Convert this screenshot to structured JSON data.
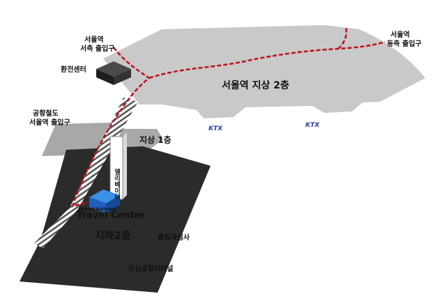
{
  "labels": {
    "west_exit": [
      "서울역",
      "서측 출입구"
    ],
    "east_exit": [
      "서울역",
      "동측 출입구"
    ],
    "exchange_center": "환전센터",
    "airport_rail_exit": [
      "공항철도",
      "서울역 출입구"
    ],
    "ground_floor_2": "서울역 지상 2층",
    "ground_floor_1": "지상 1층",
    "elevator": "엘리베이터",
    "basement_2": "지하2층",
    "immigration": "출입국심사",
    "city_terminal": "도심공항터미널",
    "travel_center_small": "Airport Railroad",
    "travel_center": "Travel Center",
    "ktx_logos": [
      "KTX",
      "KTX"
    ]
  },
  "colors": {
    "concourse": "#c9c9c9",
    "ground_floor": "#a8a8a8",
    "basement": "#2b2b2b",
    "route": "#c0141c",
    "travel_center_box": "#1f5fbf",
    "travel_center_text": "#2a7fd8",
    "exchange_box": "#2a2a2a"
  }
}
